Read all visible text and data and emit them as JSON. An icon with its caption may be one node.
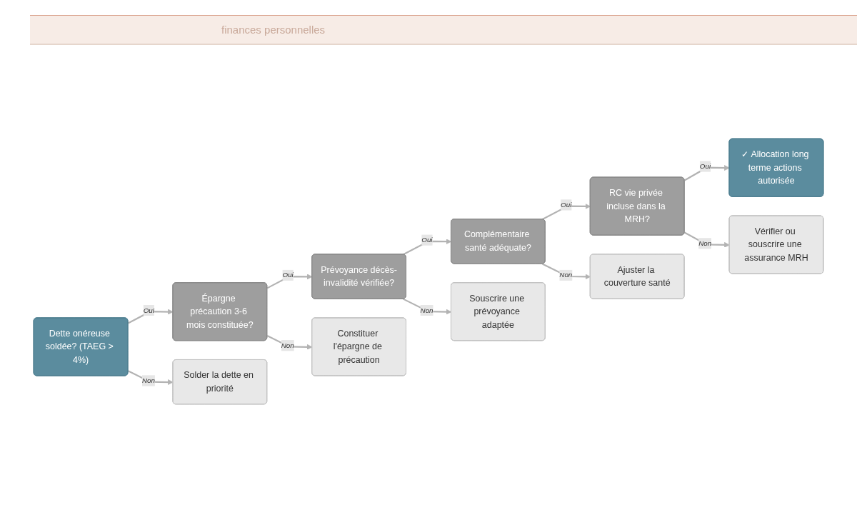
{
  "diagram": {
    "nodes": [
      {
        "text": [
          "Dette onéreuse soldée? (TAEG > 4%)"
        ]
      },
      {
        "text": [
          "Épargne précaution 3-6 mois constituée?"
        ]
      },
      {
        "text": [
          "Solder la dette en priorité"
        ]
      },
      {
        "text": [
          "Prévoyance décès-invalidité vérifiée?"
        ]
      },
      {
        "text": [
          "Constituer l'épargne de précaution"
        ]
      },
      {
        "text": [
          "Complémentaire santé adéquate?"
        ]
      },
      {
        "text": [
          "Souscrire une prévoyance adaptée"
        ]
      },
      {
        "text": [
          "RC vie privée incluse dans la MRH?"
        ]
      },
      {
        "text": [
          "Ajuster la couverture santé"
        ]
      },
      {
        "text": [
          "✓ Allocation long terme actions autorisée"
        ]
      },
      {
        "text": [
          "Vérifier ou souscrire une assurance MRH"
        ]
      }
    ],
    "edges": [
      {
        "from": 0,
        "to": 1,
        "arrow": "to",
        "label": "Oui"
      },
      {
        "from": 0,
        "to": 2,
        "arrow": "to",
        "label": "Non"
      },
      {
        "from": 1,
        "to": 3,
        "arrow": "to",
        "label": "Oui"
      },
      {
        "from": 1,
        "to": 4,
        "arrow": "to",
        "label": "Non"
      },
      {
        "from": 3,
        "to": 5,
        "arrow": "to",
        "label": "Oui"
      },
      {
        "from": 3,
        "to": 6,
        "arrow": "to",
        "label": "Non"
      },
      {
        "from": 5,
        "to": 7,
        "arrow": "to",
        "label": "Oui"
      },
      {
        "from": 5,
        "to": 8,
        "arrow": "to",
        "label": "Non"
      },
      {
        "from": 7,
        "to": 9,
        "arrow": "to",
        "label": "Oui"
      },
      {
        "from": 7,
        "to": 10,
        "arrow": "to",
        "label": "Non"
      }
    ],
    "labels": [
      "finances personnelles"
    ]
  }
}
